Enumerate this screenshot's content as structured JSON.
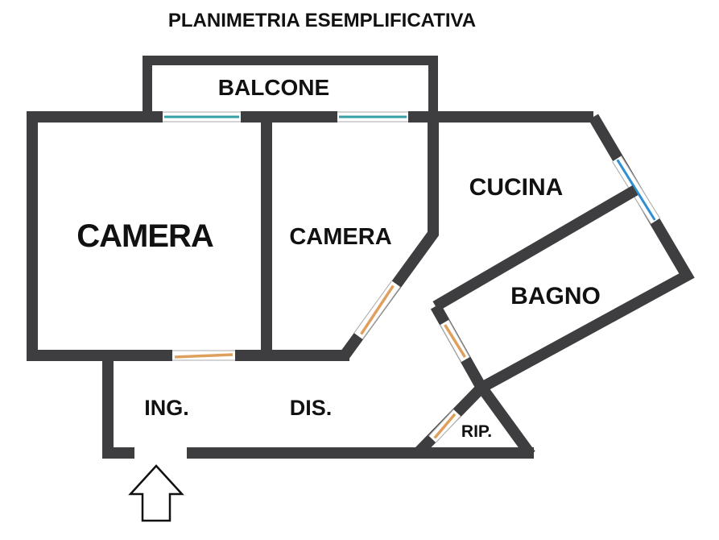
{
  "title": "PLANIMETRIA ESEMPLIFICATIVA",
  "rooms": {
    "balcone": {
      "label": "BALCONE"
    },
    "camera1": {
      "label": "CAMERA"
    },
    "camera2": {
      "label": "CAMERA"
    },
    "cucina": {
      "label": "CUCINA"
    },
    "bagno": {
      "label": "BAGNO"
    },
    "ingresso": {
      "label": "ING."
    },
    "disimpegno": {
      "label": "DIS."
    },
    "ripostiglio": {
      "label": "RIP."
    }
  },
  "colors": {
    "background": "#ffffff",
    "text": "#111111",
    "wall": "#3e3e40",
    "window_teal": "#35a0a5",
    "window_blue": "#2f8fd2",
    "door": "#dfa05e"
  }
}
